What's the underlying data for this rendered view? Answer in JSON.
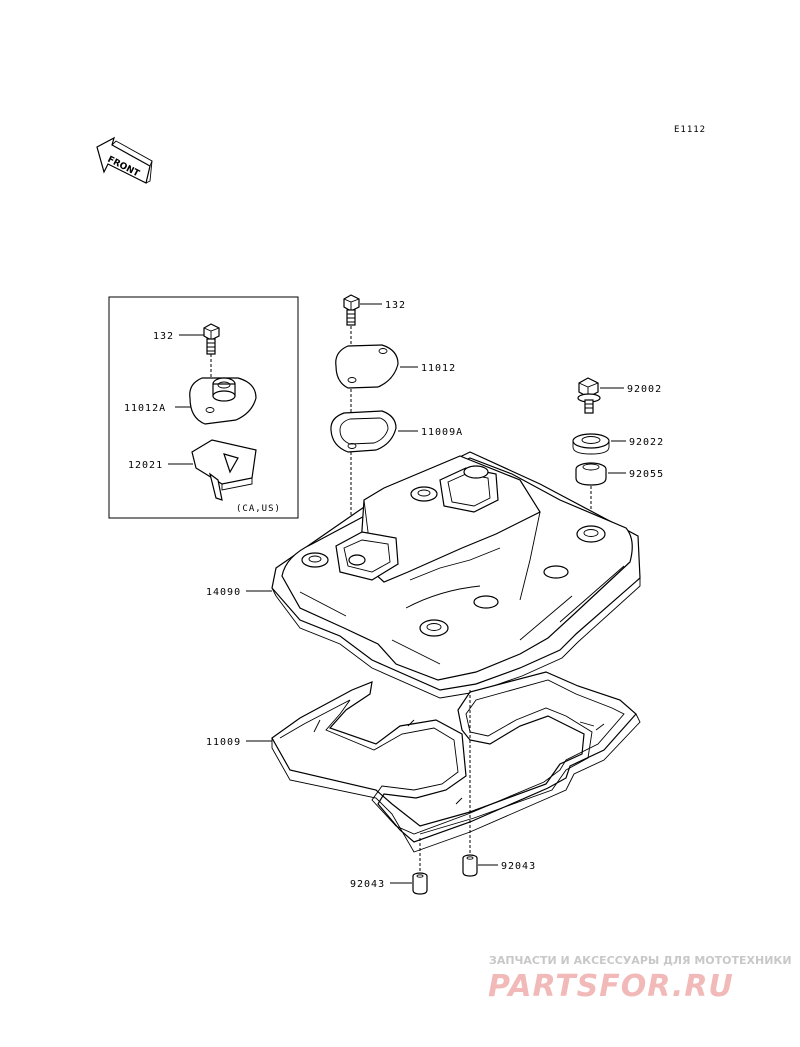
{
  "diagram_code": "E1112",
  "front_label": "FRONT",
  "inset_note": "(CA,US)",
  "labels": {
    "bolt_inset": "132",
    "cap_inset": "11012A",
    "plate_inset": "12021",
    "bolt_top": "132",
    "cap_top": "11012",
    "gasket_cap": "11009A",
    "bolt_right": "92002",
    "washer": "92022",
    "grommet": "92055",
    "cover": "14090",
    "gasket_cover": "11009",
    "dowel_left": "92043",
    "dowel_right": "92043"
  },
  "watermark": {
    "tagline": "ЗАПЧАСТИ И АКСЕССУАРЫ ДЛЯ МОТОТЕХНИКИ",
    "brand": "PARTSFOR.RU",
    "brand_color": "#f2b9b9"
  }
}
